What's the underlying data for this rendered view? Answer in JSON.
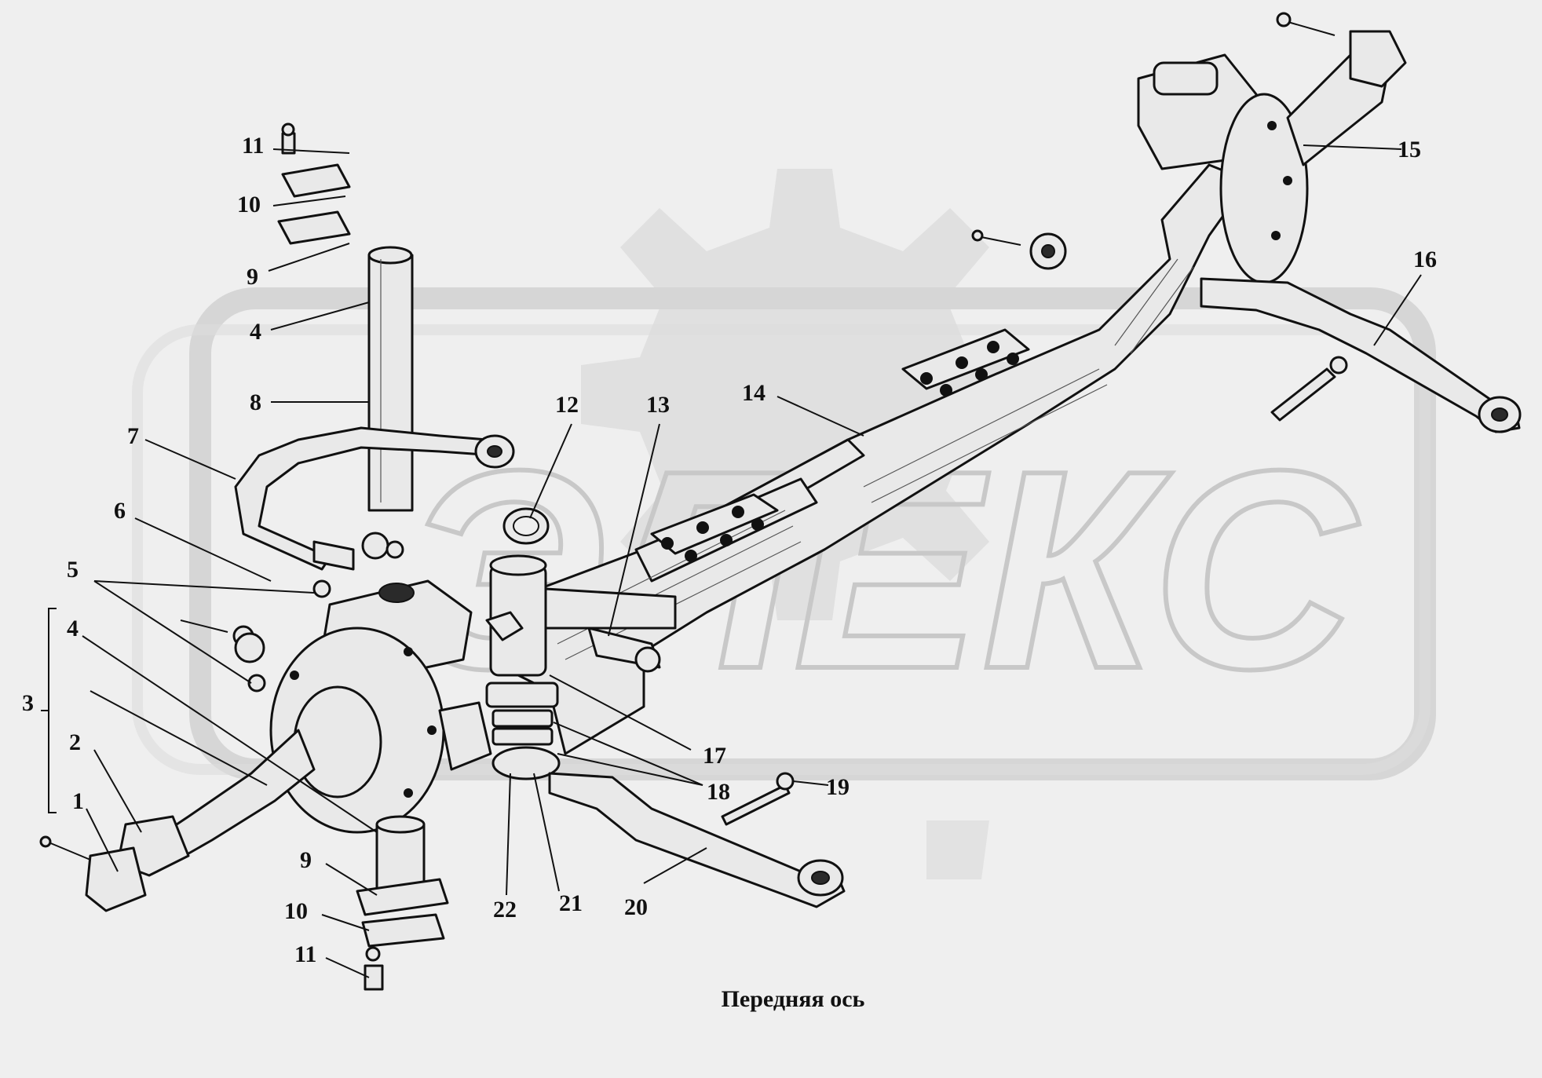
{
  "caption": "Передняя ось",
  "watermark": "ЭЛЕКС",
  "callouts": [
    {
      "id": "c11a",
      "text": "11"
    },
    {
      "id": "c10a",
      "text": "10"
    },
    {
      "id": "c9a",
      "text": "9"
    },
    {
      "id": "c4a",
      "text": "4"
    },
    {
      "id": "c8",
      "text": "8"
    },
    {
      "id": "c7",
      "text": "7"
    },
    {
      "id": "c6",
      "text": "6"
    },
    {
      "id": "c5",
      "text": "5"
    },
    {
      "id": "c4b",
      "text": "4"
    },
    {
      "id": "c3",
      "text": "3"
    },
    {
      "id": "c2",
      "text": "2"
    },
    {
      "id": "c1",
      "text": "1"
    },
    {
      "id": "c9b",
      "text": "9"
    },
    {
      "id": "c10b",
      "text": "10"
    },
    {
      "id": "c11b",
      "text": "11"
    },
    {
      "id": "c12",
      "text": "12"
    },
    {
      "id": "c13",
      "text": "13"
    },
    {
      "id": "c14",
      "text": "14"
    },
    {
      "id": "c15",
      "text": "15"
    },
    {
      "id": "c16",
      "text": "16"
    },
    {
      "id": "c17",
      "text": "17"
    },
    {
      "id": "c18",
      "text": "18"
    },
    {
      "id": "c19",
      "text": "19"
    },
    {
      "id": "c20",
      "text": "20"
    },
    {
      "id": "c21",
      "text": "21"
    },
    {
      "id": "c22",
      "text": "22"
    }
  ],
  "colors": {
    "background": "#efefef",
    "watermark_fill": "#d6d6d6",
    "ink": "#111111"
  }
}
